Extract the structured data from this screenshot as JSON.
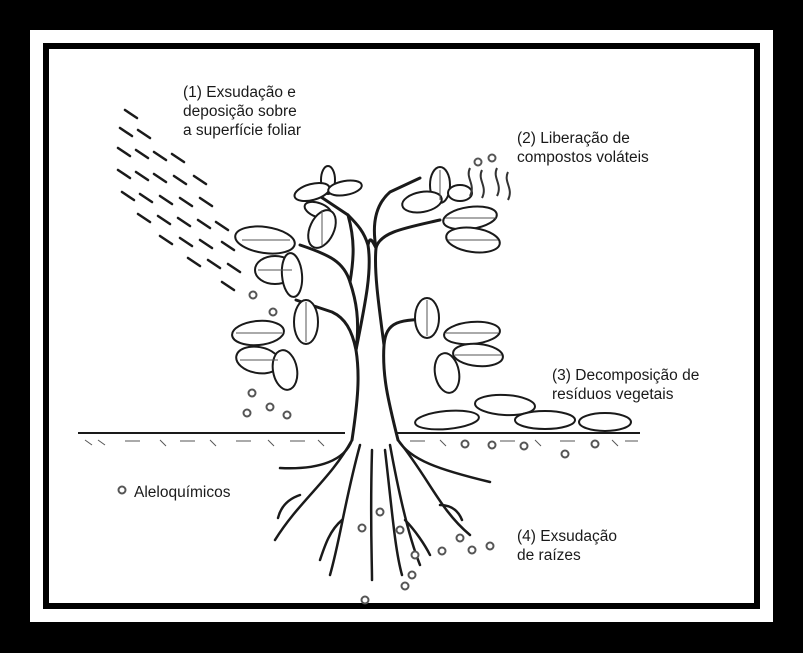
{
  "labels": {
    "exudation_leaf": [
      "(1) Exsudação e",
      "deposição sobre",
      "a superfície foliar"
    ],
    "volatiles": [
      "(2) Liberação de",
      "compostos voláteis"
    ],
    "decomposition": [
      "(3) Decomposição de",
      "resíduos vegetais"
    ],
    "root_exudation": [
      "(4) Exsudação",
      "de raízes"
    ],
    "legend_allelochemicals": "Aleloquímicos"
  },
  "colors": {
    "frame": "#000000",
    "ink": "#1a1a1a",
    "dots": "#666666",
    "background": "#ffffff"
  }
}
